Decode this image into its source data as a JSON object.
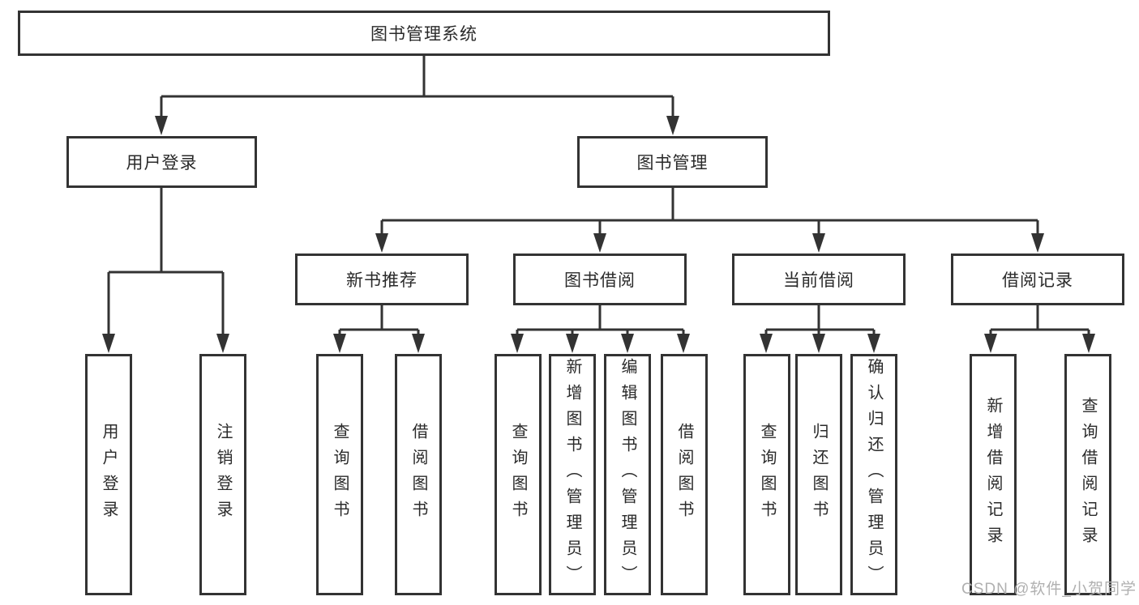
{
  "colors": {
    "line": "#333333",
    "box_border": "#333333",
    "box_background": "#ffffff",
    "text": "#2a2a2a",
    "watermark": "#b0b0b0",
    "page_background": "#ffffff"
  },
  "diagram": {
    "root": {
      "label": "图书管理系统"
    },
    "level2": [
      {
        "label": "用户登录"
      },
      {
        "label": "图书管理"
      }
    ],
    "level3": [
      {
        "label": "新书推荐"
      },
      {
        "label": "图书借阅"
      },
      {
        "label": "当前借阅"
      },
      {
        "label": "借阅记录"
      }
    ],
    "leaves": {
      "user_login": [
        "用户登录",
        "注销登录"
      ],
      "new_book": [
        "查询图书",
        "借阅图书"
      ],
      "book_borrow": [
        "查询图书",
        "新增图书（管理员）",
        "编辑图书（管理员）",
        "借阅图书"
      ],
      "current_borrow": [
        "查询图书",
        "归还图书",
        "确认归还（管理员）"
      ],
      "borrow_record": [
        "新增借阅记录",
        "查询借阅记录"
      ]
    }
  },
  "watermark": {
    "text": "CSDN @软件_小贺同学"
  }
}
